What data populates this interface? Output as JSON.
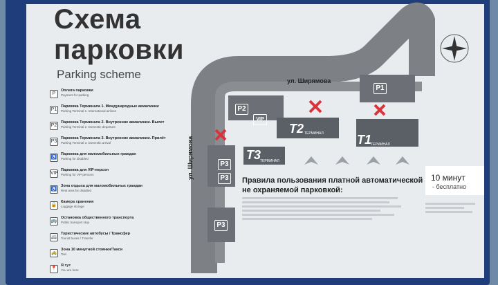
{
  "title": {
    "ru": "Схема\nпарковки",
    "ru_line1": "Схема",
    "ru_line2": "парковки",
    "en": "Parking scheme"
  },
  "legend": [
    {
      "icon": "P",
      "label": "Оплата парковки",
      "sub": "Payment for parking"
    },
    {
      "icon": "P1",
      "label": "Парковка Терминала 1. Международные авиалинии",
      "sub": "Parking Terminal 1. International airlines"
    },
    {
      "icon": "P2",
      "label": "Парковка Терминала 2. Внутренние авиалинии. Вылет",
      "sub": "Parking Terminal 2. Domestic departure"
    },
    {
      "icon": "P3",
      "label": "Парковка Терминала 3. Внутренние авиалинии. Прилёт",
      "sub": "Parking Terminal 3. Domestic arrival"
    },
    {
      "icon": "♿",
      "label": "Парковка для маломобильных граждан",
      "sub": "Parking for disabled"
    },
    {
      "icon": "VIP",
      "label": "Парковка для VIP-персон",
      "sub": "Parking for VIP persons"
    },
    {
      "icon": "♿",
      "label": "Зона отдыха для маломобильных граждан",
      "sub": "Rest area for disabled"
    },
    {
      "icon": "🔒",
      "label": "Камера хранения",
      "sub": "Luggage storage"
    },
    {
      "icon": "🚌",
      "label": "Остановка общественного транспорта",
      "sub": "Public transport stop"
    },
    {
      "icon": "🚐",
      "label": "Туристические автобусы / Трансфер",
      "sub": "Tourist buses / Transfer"
    },
    {
      "icon": "🚕",
      "label": "Зона 10 минутной стоянки/Такси",
      "sub": "Taxi"
    },
    {
      "icon": "📍",
      "label": "Я тут",
      "sub": "You are here"
    }
  ],
  "map": {
    "streets": [
      "ул. Ширямова",
      "ул. Ширямова"
    ],
    "zones": [
      "P1",
      "P2",
      "P3",
      "P3",
      "P3",
      "VIP"
    ],
    "terminals": [
      {
        "code": "T1",
        "name": "ТЕРМИНАЛ"
      },
      {
        "code": "T2",
        "name": "ТЕРМИНАЛ"
      },
      {
        "code": "T3",
        "name": "ТЕРМИНАЛ"
      }
    ]
  },
  "rules": {
    "title_line1": "Правила пользования платной автоматической",
    "title_line2": "не охраняемой парковкой:"
  },
  "free": {
    "time": "10 минут",
    "label": "- бесплатно"
  },
  "colors": {
    "board": "#1f3d7a",
    "panel": "#e9ecef",
    "road": "#7d8186",
    "terminal": "#5b6066",
    "cross": "#d9343c"
  }
}
